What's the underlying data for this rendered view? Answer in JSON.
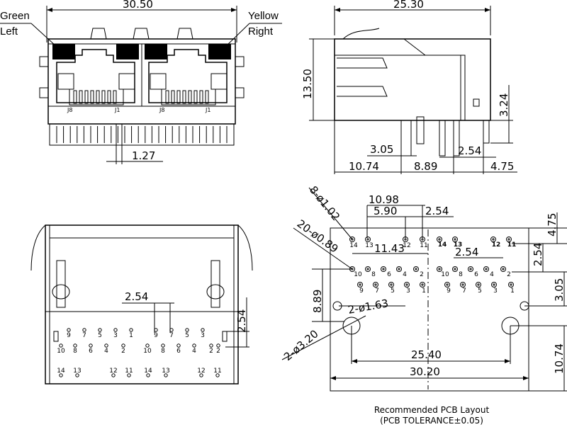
{
  "front_view": {
    "label_green": "Green",
    "label_left": "Left",
    "label_yellow": "Yellow",
    "label_right": "Right",
    "dim_width": "30.50",
    "dim_pitch": "1.27",
    "port_pin_left": "J8",
    "port_pin_right": "J1"
  },
  "side_view": {
    "dim_length": "25.30",
    "dim_height": "13.50",
    "dim_a": "3.24",
    "dim_b": "3.05",
    "dim_c": "2.54",
    "dim_d": "10.74",
    "dim_e": "8.89",
    "dim_f": "4.75"
  },
  "bottom_view": {
    "dim_pitch_h": "2.54",
    "dim_pitch_v": "2.54",
    "row1": [
      "9",
      "7",
      "5",
      "3",
      "1",
      "9",
      "7",
      "5",
      "3"
    ],
    "row2": [
      "2",
      "10",
      "8",
      "6",
      "4",
      "2",
      "10",
      "8",
      "6",
      "4",
      "2"
    ],
    "row3": [
      "14",
      "13",
      "12",
      "11",
      "14",
      "13",
      "12",
      "11"
    ]
  },
  "pcb_layout": {
    "dim_holes_small": "8-ø1.02",
    "dim_holes_mid": "20-ø0.89",
    "dim_hole_163": "2-ø1.63",
    "dim_hole_320": "2-ø3.20",
    "dim_1098": "10.98",
    "dim_590": "5.90",
    "dim_254_top": "2.54",
    "dim_1143": "11.43",
    "dim_254_mid": "2.54",
    "dim_475": "4.75",
    "dim_254_right": "2.54",
    "dim_305": "3.05",
    "dim_889": "8.89",
    "dim_1074": "10.74",
    "dim_2540": "25.40",
    "dim_3020": "30.20",
    "top_left_pins": [
      "14",
      "13",
      "12",
      "11"
    ],
    "top_right_pins": [
      "14",
      "13",
      "12",
      "11"
    ],
    "row_a_left": [
      "10",
      "8",
      "6",
      "4",
      "2"
    ],
    "row_b_left": [
      "9",
      "7",
      "5",
      "3",
      "1"
    ],
    "row_a_right": [
      "10",
      "8",
      "6",
      "4",
      "2"
    ],
    "row_b_right": [
      "9",
      "7",
      "5",
      "3",
      "1"
    ]
  },
  "caption": {
    "line1": "Recommended PCB Layout",
    "line2": "(PCB TOLERANCE±0.05)"
  }
}
